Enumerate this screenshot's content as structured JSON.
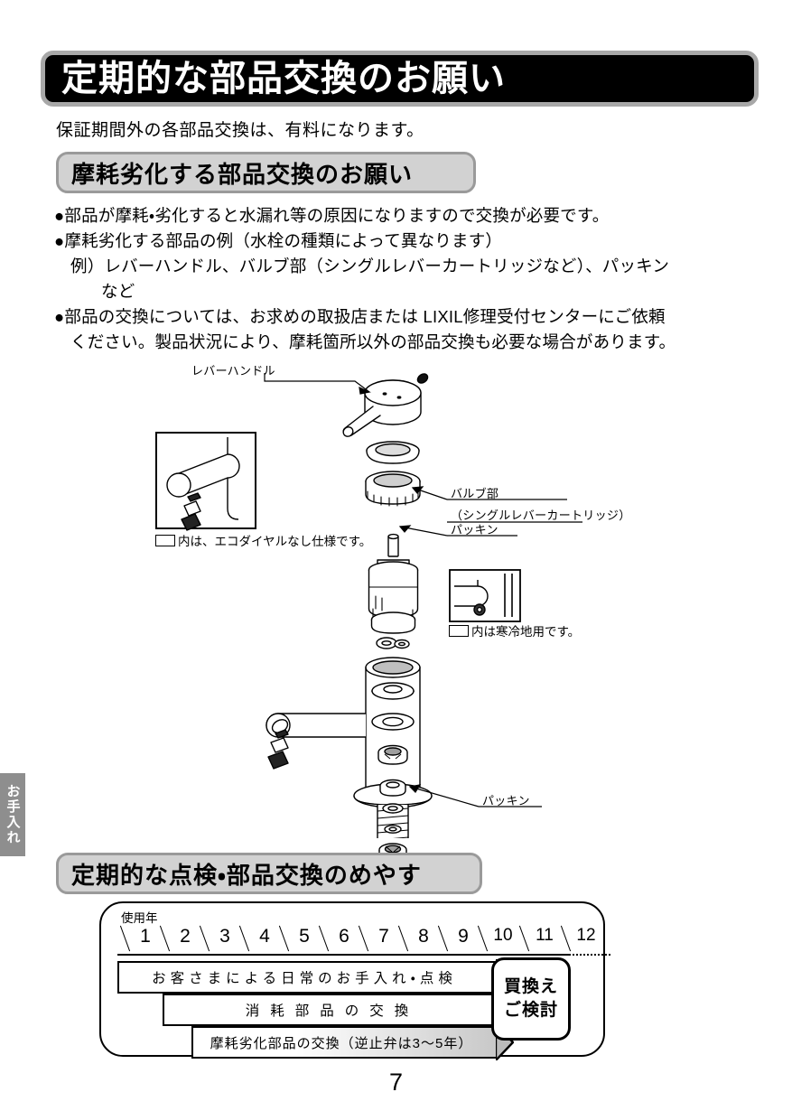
{
  "header": {
    "title": "定期的な部品交換のお願い",
    "intro": "保証期間外の各部品交換は、有料になります。"
  },
  "section_wear": {
    "heading": "摩耗劣化する部品交換のお願い",
    "bullets": [
      "●部品が摩耗・劣化すると水漏れ等の原因になりますので交換が必要です。",
      "●摩耗劣化する部品の例（水栓の種類によって異なります）"
    ],
    "example_line_1": "例）レバーハンドル、バルブ部（シングルレバーカートリッジなど）、パッキン",
    "example_line_2": "など",
    "bullet_3_line_1": "●部品の交換については、お求めの取扱店または LIXIL修理受付センターにご依頼",
    "bullet_3_line_2": "ください。製品状況により、摩耗箇所以外の部品交換も必要な場合があります。"
  },
  "diagram": {
    "labels": {
      "lever_handle": "レバーハンドル",
      "valve_part": "バルブ部",
      "valve_part_sub": "（シングルレバーカートリッジ）",
      "packing_upper": "パッキン",
      "packing_lower": "パッキン"
    },
    "insets": {
      "eco_dial_caption": "内は、エコダイヤルなし仕様です。",
      "cold_region_caption": "内は寒冷地用です。"
    }
  },
  "section_schedule": {
    "heading": "定期的な点検・部品交換のめやす",
    "usage_label": "使用年",
    "years": [
      "1",
      "2",
      "3",
      "4",
      "5",
      "6",
      "7",
      "8",
      "9",
      "10",
      "11",
      "12"
    ],
    "bars": [
      {
        "label": "お客さまによる日常のお手入れ・点検"
      },
      {
        "label": "消耗部品の交換"
      },
      {
        "label": "摩耗劣化部品の交換（逆止弁は3〜5年）"
      }
    ],
    "buy_box": {
      "line1": "買換え",
      "line2": "ご検討"
    }
  },
  "side_tab": {
    "label": "お手入れ"
  },
  "footer": {
    "page_number": "7"
  },
  "colors": {
    "banner_fill": "#000000",
    "banner_border": "#a8a8a8",
    "subhead_fill": "#d2d2d2",
    "subhead_border": "#9a9a9a",
    "side_tab_fill": "#8e8e8e"
  }
}
